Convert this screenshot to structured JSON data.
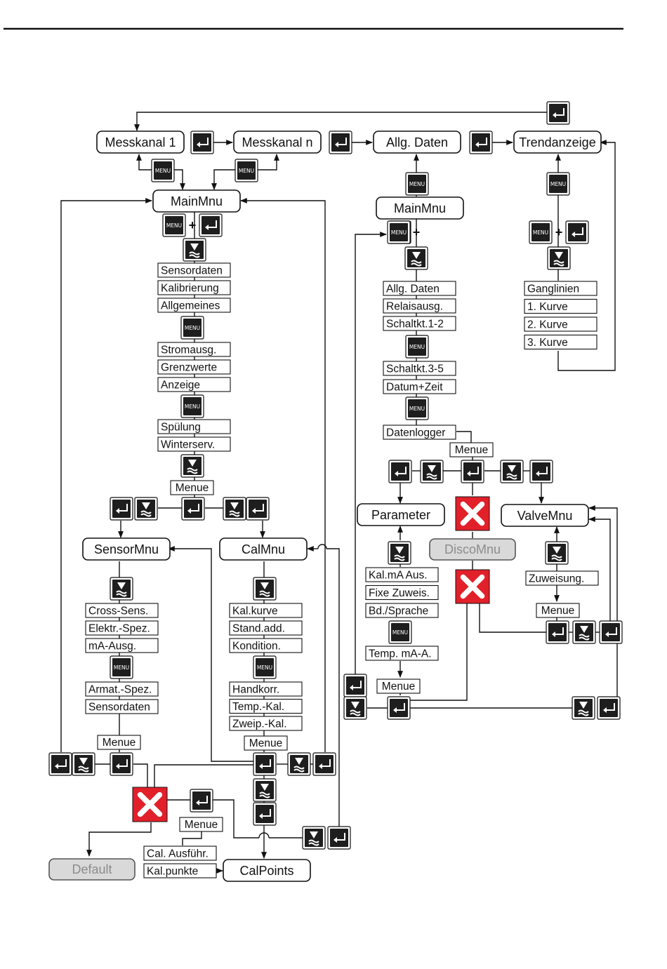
{
  "nodes": {
    "messkanal1": "Messkanal 1",
    "messkanaln": "Messkanal n",
    "allgdaten": "Allg. Daten",
    "trendanzeige": "Trendanzeige",
    "mainmnu_left": "MainMnu",
    "mainmnu_right": "MainMnu",
    "sensormnu": "SensorMnu",
    "calmnu": "CalMnu",
    "parameter": "Parameter",
    "discomnu": "DiscoMnu",
    "valvemnu": "ValveMnu",
    "default": "Default",
    "calpoints": "CalPoints"
  },
  "lists": {
    "main_left_1": [
      "Sensordaten",
      "Kalibrierung",
      "Allgemeines"
    ],
    "main_left_2": [
      "Stromausg.",
      "Grenzwerte",
      "Anzeige"
    ],
    "main_left_3": [
      "Spülung",
      "Winterserv."
    ],
    "main_right_1": [
      "Allg. Daten",
      "Relaisausg.",
      "Schaltkt.1-2"
    ],
    "main_right_2": [
      "Schaltkt.3-5",
      "Datum+Zeit"
    ],
    "main_right_3": [
      "Datenlogger"
    ],
    "trend": [
      "Ganglinien",
      "1. Kurve",
      "2. Kurve",
      "3. Kurve"
    ],
    "sensor_1": [
      "Cross-Sens.",
      "Elektr.-Spez.",
      "mA-Ausg."
    ],
    "sensor_2": [
      "Armat.-Spez.",
      "Sensordaten"
    ],
    "cal_1": [
      "Kal.kurve",
      "Stand.add.",
      "Kondition."
    ],
    "cal_2": [
      "Handkorr.",
      "Temp.-Kal.",
      "Zweip.-Kal."
    ],
    "param_1": [
      "Kal.mA Aus.",
      "Fixe Zuweis.",
      "Bd./Sprache"
    ],
    "param_2": [
      "Temp. mA-A."
    ],
    "valve_1": [
      "Zuweisung."
    ],
    "calpoints_opts": [
      "Cal. Ausführ.",
      "Kal.punkte"
    ]
  },
  "labels": {
    "menue": "Menue",
    "menu_key": "MENU",
    "plus": "+"
  },
  "icons": {
    "enter_key": "enter-key-icon",
    "menu_key": "menu-key-icon",
    "scroll_key": "scroll-down-key-icon",
    "cancel": "cancel-x-icon"
  },
  "colors": {
    "cancel_red": "#e2202a",
    "key_dark": "#1e1e1e",
    "disabled_fill": "#d9d9d9",
    "disabled_text": "#8c8c8c"
  }
}
